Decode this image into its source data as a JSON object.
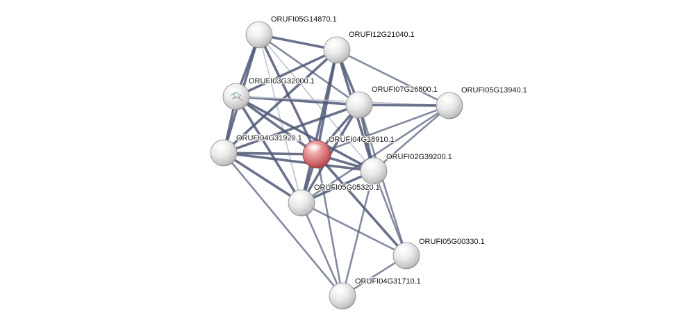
{
  "network": {
    "query_node": "ORUFI04G18910.1",
    "colors": {
      "query_node": "#d96a6f",
      "node": "#e6e6e6",
      "edge_strong": "#4f5877",
      "edge_weak": "#b8bdcc",
      "background": "#ffffff"
    },
    "nodes": [
      {
        "id": "n1",
        "label": "ORUFI05G14870.1",
        "is_query": false
      },
      {
        "id": "n2",
        "label": "ORUFI12G21040.1",
        "is_query": false
      },
      {
        "id": "n3",
        "label": "ORUFI03G32000.1",
        "is_query": false,
        "has_structure_icon": true
      },
      {
        "id": "n4",
        "label": "ORUFI07G26800.1",
        "is_query": false
      },
      {
        "id": "n5",
        "label": "ORUFI05G13940.1",
        "is_query": false
      },
      {
        "id": "n6",
        "label": "ORUFI04G31920.1",
        "is_query": false
      },
      {
        "id": "n7",
        "label": "ORUFI04G18910.1",
        "is_query": true
      },
      {
        "id": "n8",
        "label": "ORUFI02G39200.1",
        "is_query": false
      },
      {
        "id": "n9",
        "label": "ORUFI05G05320.1",
        "is_query": false
      },
      {
        "id": "n10",
        "label": "ORUFI05G00330.1",
        "is_query": false
      },
      {
        "id": "n11",
        "label": "ORUFI04G31710.1",
        "is_query": false
      }
    ],
    "edges": [
      {
        "source": "n1",
        "target": "n2",
        "strength": "strong"
      },
      {
        "source": "n1",
        "target": "n3",
        "strength": "strong"
      },
      {
        "source": "n1",
        "target": "n6",
        "strength": "strong"
      },
      {
        "source": "n1",
        "target": "n4",
        "strength": "medium"
      },
      {
        "source": "n1",
        "target": "n7",
        "strength": "strong"
      },
      {
        "source": "n1",
        "target": "n8",
        "strength": "weak"
      },
      {
        "source": "n1",
        "target": "n9",
        "strength": "weak"
      },
      {
        "source": "n2",
        "target": "n3",
        "strength": "strong"
      },
      {
        "source": "n2",
        "target": "n4",
        "strength": "strong"
      },
      {
        "source": "n2",
        "target": "n5",
        "strength": "medium"
      },
      {
        "source": "n2",
        "target": "n6",
        "strength": "strong"
      },
      {
        "source": "n2",
        "target": "n7",
        "strength": "strong"
      },
      {
        "source": "n2",
        "target": "n8",
        "strength": "strong"
      },
      {
        "source": "n2",
        "target": "n9",
        "strength": "strong"
      },
      {
        "source": "n3",
        "target": "n4",
        "strength": "strong"
      },
      {
        "source": "n3",
        "target": "n6",
        "strength": "strong"
      },
      {
        "source": "n3",
        "target": "n7",
        "strength": "strong"
      },
      {
        "source": "n3",
        "target": "n8",
        "strength": "strong"
      },
      {
        "source": "n3",
        "target": "n9",
        "strength": "strong"
      },
      {
        "source": "n3",
        "target": "n5",
        "strength": "weak"
      },
      {
        "source": "n4",
        "target": "n5",
        "strength": "strong"
      },
      {
        "source": "n4",
        "target": "n6",
        "strength": "strong"
      },
      {
        "source": "n4",
        "target": "n7",
        "strength": "strong"
      },
      {
        "source": "n4",
        "target": "n8",
        "strength": "strong"
      },
      {
        "source": "n4",
        "target": "n9",
        "strength": "strong"
      },
      {
        "source": "n4",
        "target": "n10",
        "strength": "medium"
      },
      {
        "source": "n5",
        "target": "n7",
        "strength": "medium"
      },
      {
        "source": "n5",
        "target": "n8",
        "strength": "medium"
      },
      {
        "source": "n5",
        "target": "n9",
        "strength": "medium"
      },
      {
        "source": "n6",
        "target": "n7",
        "strength": "strong"
      },
      {
        "source": "n6",
        "target": "n8",
        "strength": "strong"
      },
      {
        "source": "n6",
        "target": "n9",
        "strength": "strong"
      },
      {
        "source": "n6",
        "target": "n11",
        "strength": "medium"
      },
      {
        "source": "n7",
        "target": "n8",
        "strength": "strong"
      },
      {
        "source": "n7",
        "target": "n9",
        "strength": "strong"
      },
      {
        "source": "n7",
        "target": "n10",
        "strength": "strong"
      },
      {
        "source": "n7",
        "target": "n11",
        "strength": "medium"
      },
      {
        "source": "n8",
        "target": "n9",
        "strength": "strong"
      },
      {
        "source": "n8",
        "target": "n10",
        "strength": "medium"
      },
      {
        "source": "n8",
        "target": "n11",
        "strength": "medium"
      },
      {
        "source": "n9",
        "target": "n10",
        "strength": "medium"
      },
      {
        "source": "n9",
        "target": "n11",
        "strength": "medium"
      },
      {
        "source": "n10",
        "target": "n11",
        "strength": "medium"
      }
    ]
  }
}
